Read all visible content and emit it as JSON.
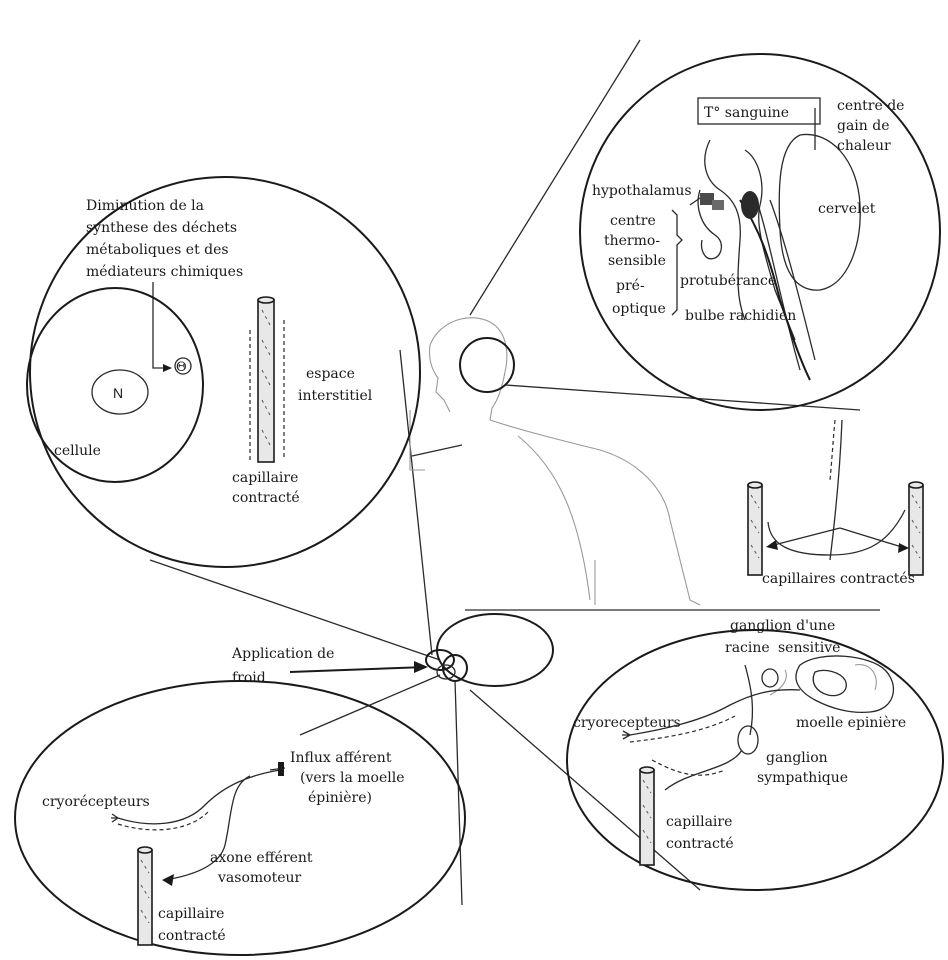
{
  "brain": {
    "t_sanguine": "T° sanguine",
    "centre_gain_1": "centre de",
    "centre_gain_2": "gain de",
    "centre_gain_3": "chaleur",
    "hypothalamus": "hypothalamus",
    "centre_1": "centre",
    "centre_2": "thermo-",
    "centre_3": "sensible",
    "centre_4": "pré-",
    "centre_5": "optique",
    "cervelet": "cervelet",
    "protuberance": "protubérance",
    "bulbe": "bulbe rachidien"
  },
  "cell": {
    "line1": "Diminution de la",
    "line2": "synthese des déchets",
    "line3": "métaboliques et des",
    "line4": "médiateurs chimiques",
    "minus": "Θ",
    "nucleus": "N",
    "cellule": "cellule",
    "espace_1": "espace",
    "espace_2": "interstitiel",
    "capillaire_1": "capillaire",
    "capillaire_2": "contracté"
  },
  "body": {
    "capillaires": "capillaires contractés",
    "application_1": "Application de",
    "application_2": "froid"
  },
  "reflex_left": {
    "cryorecepteurs": "cryorécepteurs",
    "influx_1": "Influx afférent",
    "influx_2": "(vers la moelle",
    "influx_3": "épinière)",
    "axone_1": "axone efférent",
    "axone_2": "vasomoteur",
    "capillaire_1": "capillaire",
    "capillaire_2": "contracté"
  },
  "reflex_right": {
    "ganglion_1": "ganglion d'une",
    "ganglion_2": "racine",
    "ganglion_3": "sensitive",
    "cryorecepteurs": "cryorecepteurs",
    "moelle": "moelle epinière",
    "sympa_1": "ganglion",
    "sympa_2": "sympathique",
    "capillaire_1": "capillaire",
    "capillaire_2": "contracté"
  }
}
